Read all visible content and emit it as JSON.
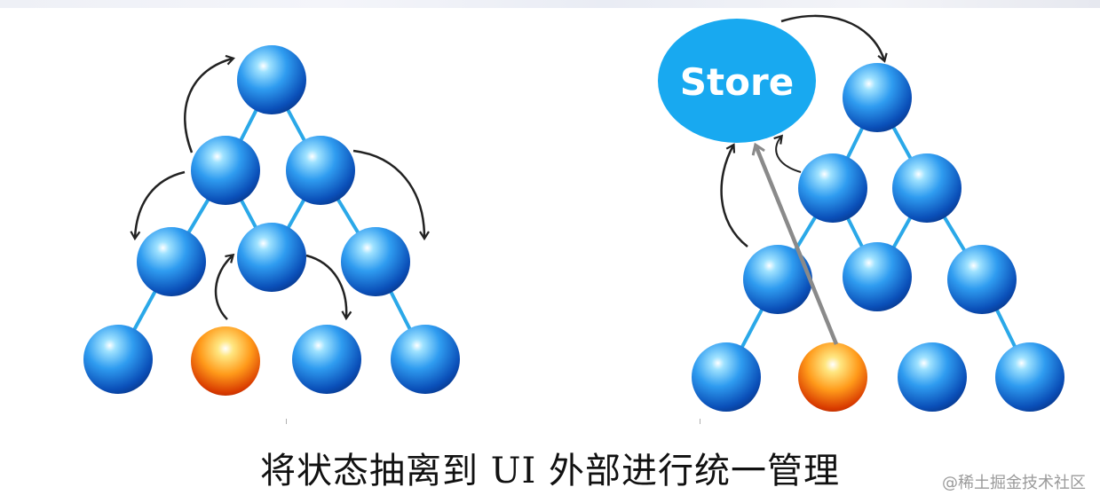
{
  "diagram": {
    "store_label": "Store",
    "caption": "将状态抽离到 UI 外部进行统一管理",
    "watermark": "@稀土掘金技术社区"
  },
  "colors": {
    "node_blue": "#1f78d8",
    "node_orange": "#f07a10",
    "edge": "#2aa8e8",
    "store": "#18a9f0",
    "arrow": "#222222",
    "store_arrow": "#8a8a8a"
  }
}
